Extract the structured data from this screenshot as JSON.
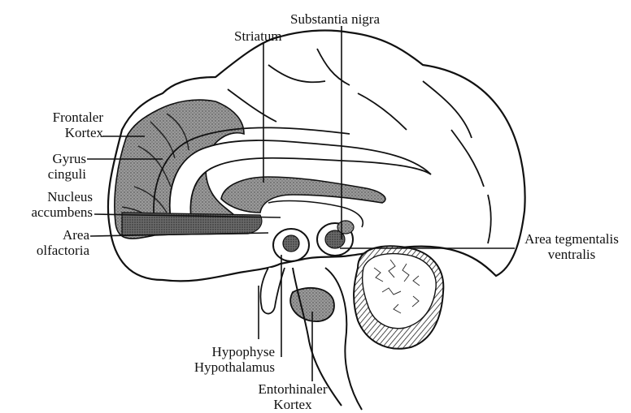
{
  "colors": {
    "ink": "#111111",
    "shade_dark": "#555555",
    "shade_mid": "#8a8a8a",
    "shade_light": "#b8b8b8",
    "background": "#ffffff"
  },
  "labels": {
    "substantia_nigra": "Substantia nigra",
    "striatum": "Striatum",
    "frontaler_kortex_1": "Frontaler",
    "frontaler_kortex_2": "Kortex",
    "gyrus_cinguli_1": "Gyrus",
    "gyrus_cinguli_2": "cinguli",
    "nucleus_accumbens_1": "Nucleus",
    "nucleus_accumbens_2": "accumbens",
    "area_olfactoria_1": "Area",
    "area_olfactoria_2": "olfactoria",
    "area_tegmentalis_1": "Area tegmentalis",
    "area_tegmentalis_2": "ventralis",
    "hypophyse": "Hypophyse",
    "hypothalamus": "Hypothalamus",
    "entorhinaler_kortex_1": "Entorhinaler",
    "entorhinaler_kortex_2": "Kortex"
  }
}
